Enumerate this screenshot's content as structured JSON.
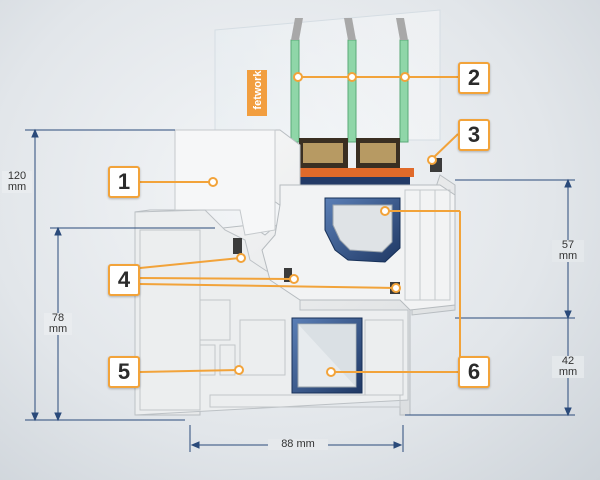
{
  "colors": {
    "accent": "#f2a33a",
    "dimension_line": "#2a4a7a",
    "glass": "#8fd6a8",
    "reinforcement": "#2f4f8a",
    "profile": "#f1f1f1"
  },
  "logo": {
    "text": "fetwork"
  },
  "callouts": [
    {
      "number": "1"
    },
    {
      "number": "2"
    },
    {
      "number": "3"
    },
    {
      "number": "4"
    },
    {
      "number": "5"
    },
    {
      "number": "6"
    }
  ],
  "dimensions": {
    "total_height": {
      "value": "120",
      "unit": "mm"
    },
    "frame_height": {
      "value": "78",
      "unit": "mm"
    },
    "width": {
      "text": "88 mm"
    },
    "sash_upper": {
      "value": "57",
      "unit": "mm"
    },
    "sash_lower": {
      "value": "42",
      "unit": "mm"
    }
  }
}
